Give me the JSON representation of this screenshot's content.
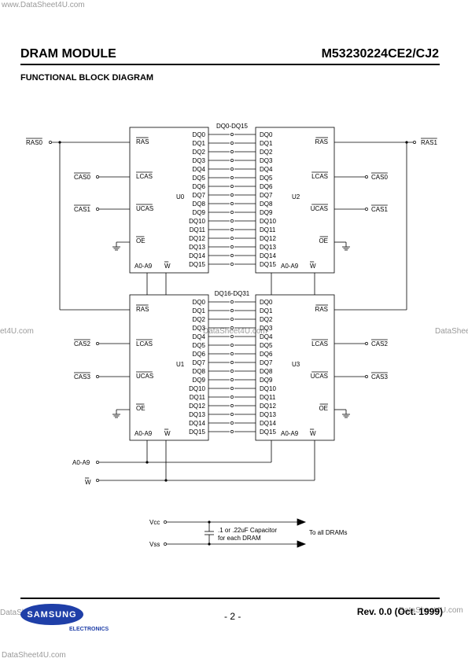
{
  "watermarks": {
    "top": "www.DataSheet4U.com",
    "left_mid": "et4U.com",
    "center_mid": "DataSheet4U.com",
    "right_mid": "DataShee",
    "bottom_left": "DataShe",
    "bottom_right": "DataSheet4U.com",
    "bottom": "DataSheet4U.com"
  },
  "header": {
    "left": "DRAM MODULE",
    "right": "M53230224CE2/CJ2"
  },
  "section_title": "FUNCTIONAL BLOCK DIAGRAM",
  "diagram": {
    "bus_top": "DQ0-DQ15",
    "bus_bottom": "DQ16-DQ31",
    "dq_pins": [
      "DQ0",
      "DQ1",
      "DQ2",
      "DQ3",
      "DQ4",
      "DQ5",
      "DQ6",
      "DQ7",
      "DQ8",
      "DQ9",
      "DQ10",
      "DQ11",
      "DQ12",
      "DQ13",
      "DQ14",
      "DQ15"
    ],
    "chips": {
      "u0": {
        "name": "U0",
        "ras": "RAS",
        "lcas": "LCAS",
        "ucas": "UCAS",
        "oe": "OE",
        "addr": "A0-A9",
        "w": "W"
      },
      "u1": {
        "name": "U1",
        "ras": "RAS",
        "lcas": "LCAS",
        "ucas": "UCAS",
        "oe": "OE",
        "addr": "A0-A9",
        "w": "W"
      },
      "u2": {
        "name": "U2",
        "ras": "RAS",
        "lcas": "LCAS",
        "ucas": "UCAS",
        "oe": "OE",
        "addr": "A0-A9",
        "w": "W"
      },
      "u3": {
        "name": "U3",
        "ras": "RAS",
        "lcas": "LCAS",
        "ucas": "UCAS",
        "oe": "OE",
        "addr": "A0-A9",
        "w": "W"
      }
    },
    "signals": {
      "ras0": "RAS0",
      "ras1": "RAS1",
      "cas0_left": "CAS0",
      "cas1_left": "CAS1",
      "cas0_right": "CAS0",
      "cas1_right": "CAS1",
      "cas2_left": "CAS2",
      "cas3_left": "CAS3",
      "cas2_right": "CAS2",
      "cas3_right": "CAS3",
      "addr": "A0-A9",
      "w": "W"
    },
    "power": {
      "vcc": "Vcc",
      "vss": "Vss",
      "cap_line1": ".1 or .22uF Capacitor",
      "cap_line2": "for each DRAM",
      "to_all": "To all DRAMs"
    }
  },
  "footer": {
    "logo": "SAMSUNG",
    "logo_sub": "ELECTRONICS",
    "page": "- 2 -",
    "rev": "Rev. 0.0 (Oct. 1999)"
  }
}
